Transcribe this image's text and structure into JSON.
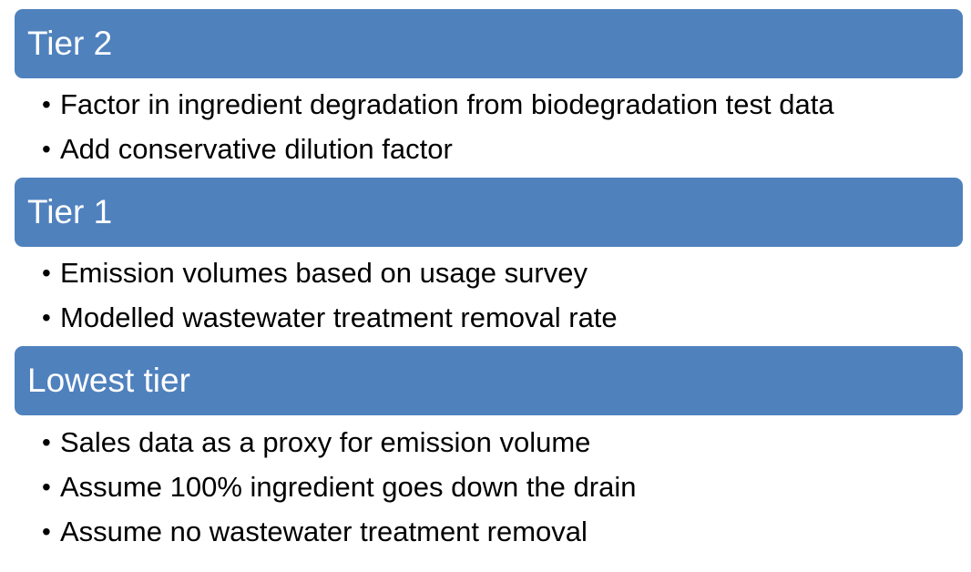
{
  "tiers": [
    {
      "title": "Tier 2",
      "bullets": [
        "Factor in ingredient degradation from biodegradation test data",
        "Add conservative dilution factor"
      ]
    },
    {
      "title": "Tier 1",
      "bullets": [
        "Emission volumes based on usage survey",
        "Modelled wastewater treatment removal rate"
      ]
    },
    {
      "title": "Lowest tier",
      "bullets": [
        "Sales data as a proxy for emission volume",
        "Assume 100% ingredient goes down the drain",
        "Assume no wastewater treatment removal"
      ]
    }
  ],
  "bullet_glyph": "•",
  "colors": {
    "header_fill": "#4f81bd",
    "header_text": "#ffffff",
    "body_text": "#000000"
  }
}
